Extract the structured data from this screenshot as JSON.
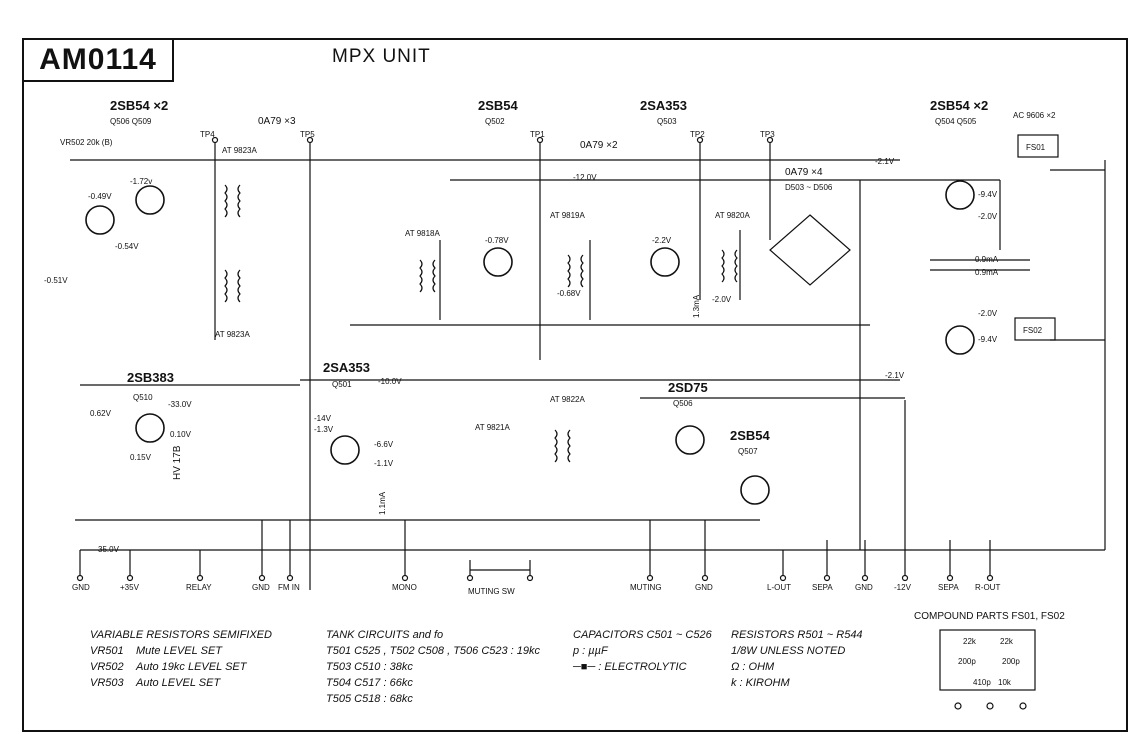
{
  "header": {
    "model": "AM0114",
    "title": "MPX UNIT"
  },
  "transistors": [
    {
      "id": "q506-509",
      "type": "2SB54 ×2",
      "refs": "Q506 Q509"
    },
    {
      "id": "q502",
      "type": "2SB54",
      "refs": "Q502"
    },
    {
      "id": "q503",
      "type": "2SA353",
      "refs": "Q503"
    },
    {
      "id": "q504-505",
      "type": "2SB54 ×2",
      "refs": "Q504 Q505"
    },
    {
      "id": "q510",
      "type": "2SB383",
      "refs": "Q510"
    },
    {
      "id": "q501",
      "type": "2SA353",
      "refs": "Q501"
    },
    {
      "id": "q506b",
      "type": "2SD75",
      "refs": "Q506"
    },
    {
      "id": "q507",
      "type": "2SB54",
      "refs": "Q507"
    }
  ],
  "diodes": {
    "d1": "0A79 ×3",
    "d2": "0A79 ×2",
    "d3": "0A79 ×4",
    "d3_refs": "D503 ~ D506",
    "zener": "HV 17B"
  },
  "parts_misc": {
    "ac": "AC 9606 ×2",
    "fs01": "FS01",
    "fs02": "FS02",
    "vr502": "VR502 20k (B)"
  },
  "transformers": [
    "AT 9823A",
    "AT 9823A",
    "AT 9818A",
    "AT 9819A",
    "AT 9820A",
    "AT 9822A",
    "AT 9821A"
  ],
  "test_points": [
    "TP4",
    "TP5",
    "TP1",
    "TP2",
    "TP3"
  ],
  "voltages": [
    "-1.72v",
    "-0.49V",
    "-0.54V",
    "-0.51V",
    "-0.78V",
    "-0.68V",
    "-12.0V",
    "-2.2V",
    "-2.0V",
    "-2.1V",
    "-9.4V",
    "-2.0V",
    "0.9mA",
    "0.9mA",
    "-2.0V",
    "-9.4V",
    "-2.1V",
    "-33.0V",
    "0.62V",
    "0.10V",
    "0.15V",
    "-10.0V",
    "-14V",
    "-1.3V",
    "-6.6V",
    "-1.1V",
    "1.1mA",
    "1.3mA",
    "35.0V"
  ],
  "terminals": [
    "GND",
    "+35V",
    "RELAY",
    "GND",
    "FM IN",
    "MONO",
    "MUTING SW",
    "MUTING",
    "GND",
    "L-OUT",
    "SEPA",
    "GND",
    "-12V",
    "SEPA",
    "R-OUT"
  ],
  "notes": {
    "variable": {
      "title": "VARIABLE RESISTORS SEMIFIXED",
      "items": [
        {
          "ref": "VR501",
          "desc": "Mute LEVEL SET"
        },
        {
          "ref": "VR502",
          "desc": "Auto 19kc LEVEL SET"
        },
        {
          "ref": "VR503",
          "desc": "Auto LEVEL SET"
        }
      ]
    },
    "tank": {
      "title": "TANK CIRCUITS and fo",
      "items": [
        "T501 C525 , T502 C508 , T506 C523 : 19kc",
        "T503 C510 : 38kc",
        "T504 C517 : 66kc",
        "T505 C518 : 68kc"
      ]
    },
    "capacitors": {
      "title": "CAPACITORS C501 ~ C526",
      "items": [
        "p : µµF",
        "─■─ : ELECTROLYTIC"
      ]
    },
    "resistors": {
      "title": "RESISTORS R501 ~ R544",
      "items": [
        "1/8W UNLESS NOTED",
        "Ω : OHM",
        "k : KIROHM"
      ]
    }
  },
  "compound": {
    "title": "COMPOUND PARTS FS01, FS02",
    "r1": "22k",
    "r2": "22k",
    "c1": "200p",
    "c2": "200p",
    "c3": "410p",
    "r3": "10k"
  }
}
